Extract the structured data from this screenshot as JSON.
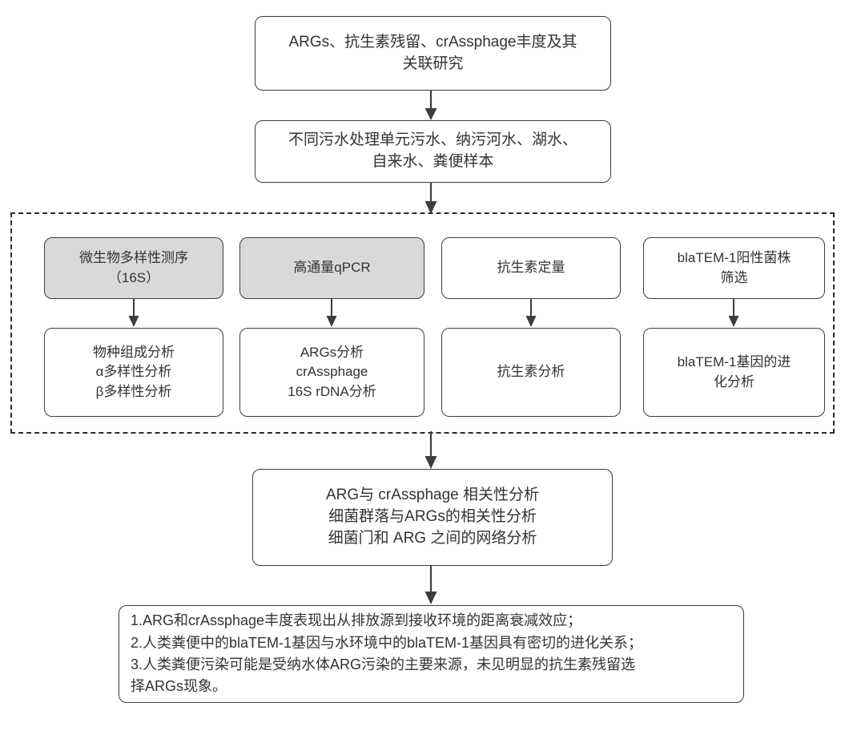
{
  "diagram": {
    "title_note": "research-workflow-flowchart",
    "colors": {
      "stroke": "#3d3d3d",
      "group_stroke": "#2b2b2b",
      "shaded_fill": "#d9d9d9",
      "plain_fill": "#ffffff",
      "text": "#333333"
    },
    "nodes": {
      "study_topic": "ARGs、抗生素残留、crAssphage丰度及其\n关联研究",
      "samples": "不同污水处理单元污水、纳污河水、湖水、\n自来水、粪便样本",
      "method_16s": "微生物多样性测序\n（16S）",
      "method_qpcr": "高通量qPCR",
      "method_antibiotic_quant": "抗生素定量",
      "method_blatem_screen": "blaTEM-1阳性菌株\n筛选",
      "analysis_community": "物种组成分析\nα多样性分析\nβ多样性分析",
      "analysis_args": "ARGs分析\ncrAssphage\n16S rDNA分析",
      "analysis_antibiotic": "抗生素分析",
      "analysis_blatem_evolution": "blaTEM-1基因的进\n化分析",
      "correlation": "ARG与 crAssphage 相关性分析\n细菌群落与ARGs的相关性分析\n细菌门和 ARG 之间的网络分析",
      "conclusions": "1.ARG和crAssphage丰度表现出从排放源到接收环境的距离衰减效应；\n2.人类粪便中的blaTEM-1基因与水环境中的blaTEM-1基因具有密切的进化关系；\n3.人类粪便污染可能是受纳水体ARG污染的主要来源，未见明显的抗生素残留选\n择ARGs现象。"
    },
    "connectors": [
      {
        "name": "arrow-topic-to-samples"
      },
      {
        "name": "arrow-samples-to-methods-group"
      },
      {
        "name": "arrow-16s-to-community"
      },
      {
        "name": "arrow-qpcr-to-args"
      },
      {
        "name": "arrow-antibiotic-quant-to-antibiotic-analysis"
      },
      {
        "name": "arrow-blatem-screen-to-blatem-evolution"
      },
      {
        "name": "arrow-methods-group-to-correlation"
      },
      {
        "name": "arrow-correlation-to-conclusions"
      }
    ]
  }
}
